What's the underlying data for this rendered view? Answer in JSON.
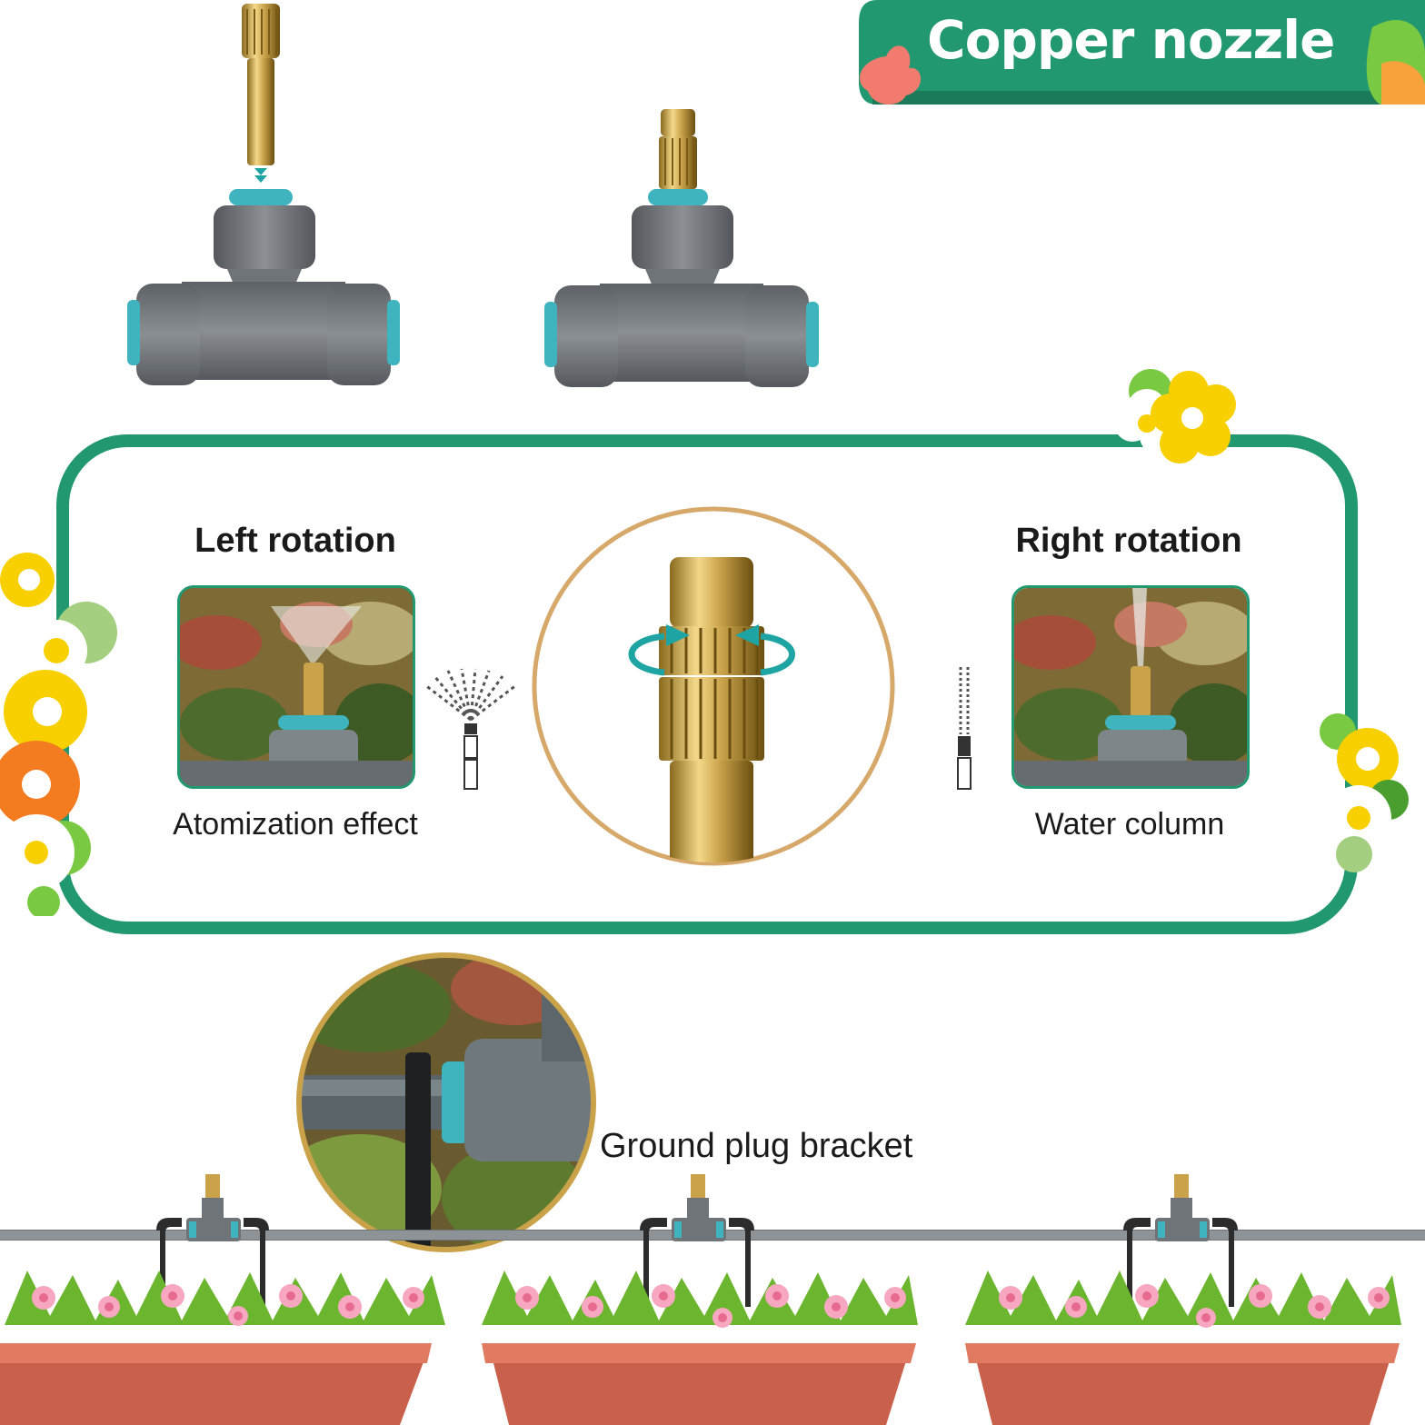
{
  "title": "Copper nozzle",
  "panel": {
    "left": {
      "heading": "Left rotation",
      "caption": "Atomization effect",
      "spray_icon": "atomization-spray-icon"
    },
    "right": {
      "heading": "Right rotation",
      "caption": "Water column",
      "spray_icon": "water-column-icon"
    },
    "center_icon": "rotating-nozzle-icon"
  },
  "bracket": {
    "caption": "Ground plug bracket"
  },
  "colors": {
    "brand_green": "#219870",
    "brass": "#c9a24a",
    "fitting_gray": "#6f7478",
    "seal_teal": "#3fb4bf",
    "pot_terracotta": "#c8604b",
    "flower_pink": "#e66b8f"
  },
  "icons": [
    "brass-nozzle-icon",
    "tee-fitting-icon",
    "daisy-flower-icon",
    "leaf-icon",
    "planter-icon",
    "mist-pipe-icon",
    "rotation-arrows-icon"
  ]
}
